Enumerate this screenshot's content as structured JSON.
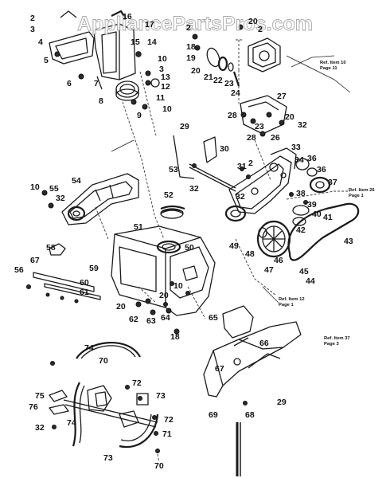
{
  "watermark": "AppliancePartsPros.com",
  "references": [
    {
      "id": "ref-10",
      "line1": "Ref. Item 10",
      "line2": "Page 11"
    },
    {
      "id": "ref-26",
      "line1": "Ref. Item 26",
      "line2": "Page 1"
    },
    {
      "id": "ref-12",
      "line1": "Ref. Item 12",
      "line2": "Page 1"
    },
    {
      "id": "ref-37",
      "line1": "Ref. Item 37",
      "line2": "Page 3"
    }
  ],
  "part_numbers": [
    "2",
    "3",
    "4",
    "5",
    "6",
    "7",
    "8",
    "9",
    "10",
    "11",
    "12",
    "13",
    "14",
    "15",
    "16",
    "17",
    "18",
    "19",
    "20",
    "21",
    "22",
    "23",
    "24",
    "26",
    "27",
    "28",
    "29",
    "30",
    "31",
    "32",
    "33",
    "34",
    "36",
    "37",
    "38",
    "39",
    "40",
    "41",
    "42",
    "43",
    "44",
    "45",
    "46",
    "47",
    "48",
    "49",
    "50",
    "51",
    "52",
    "53",
    "54",
    "55",
    "56",
    "58",
    "59",
    "60",
    "61",
    "62",
    "63",
    "64",
    "65",
    "66",
    "67",
    "68",
    "69",
    "70",
    "71",
    "72",
    "73",
    "74",
    "75",
    "76"
  ],
  "callouts": [
    {
      "text": "2",
      "key": "p2a"
    },
    {
      "text": "3",
      "key": "p3a"
    },
    {
      "text": "4",
      "key": "p4a"
    },
    {
      "text": "16",
      "key": "p16"
    },
    {
      "text": "17",
      "key": "p17"
    },
    {
      "text": "15",
      "key": "p15"
    },
    {
      "text": "14",
      "key": "p14"
    },
    {
      "text": "5",
      "key": "p5"
    },
    {
      "text": "10",
      "key": "p10a"
    },
    {
      "text": "6",
      "key": "p6"
    },
    {
      "text": "7",
      "key": "p7"
    },
    {
      "text": "3",
      "key": "p3b"
    },
    {
      "text": "13",
      "key": "p13"
    },
    {
      "text": "12",
      "key": "p12"
    },
    {
      "text": "8",
      "key": "p8"
    },
    {
      "text": "11",
      "key": "p11"
    },
    {
      "text": "9",
      "key": "p9"
    },
    {
      "text": "10",
      "key": "p10b"
    },
    {
      "text": "2",
      "key": "p2b"
    },
    {
      "text": "20",
      "key": "p20a"
    },
    {
      "text": "2",
      "key": "p2c"
    },
    {
      "text": "18",
      "key": "p18a"
    },
    {
      "text": "19",
      "key": "p19"
    },
    {
      "text": "20",
      "key": "p20b"
    },
    {
      "text": "21",
      "key": "p21"
    },
    {
      "text": "22",
      "key": "p22"
    },
    {
      "text": "23",
      "key": "p23a"
    },
    {
      "text": "24",
      "key": "p24"
    },
    {
      "text": "27",
      "key": "p27"
    },
    {
      "text": "28",
      "key": "p28a"
    },
    {
      "text": "20",
      "key": "p20c"
    },
    {
      "text": "32",
      "key": "p32a"
    },
    {
      "text": "29",
      "key": "p29a"
    },
    {
      "text": "23",
      "key": "p23b"
    },
    {
      "text": "28",
      "key": "p28b"
    },
    {
      "text": "26",
      "key": "p26"
    },
    {
      "text": "30",
      "key": "p30"
    },
    {
      "text": "33",
      "key": "p33"
    },
    {
      "text": "31",
      "key": "p31"
    },
    {
      "text": "2",
      "key": "p2d"
    },
    {
      "text": "34",
      "key": "p34"
    },
    {
      "text": "36",
      "key": "p36"
    },
    {
      "text": "37",
      "key": "p37"
    },
    {
      "text": "53",
      "key": "p53"
    },
    {
      "text": "32",
      "key": "p32b"
    },
    {
      "text": "32",
      "key": "p32c"
    },
    {
      "text": "38",
      "key": "p38"
    },
    {
      "text": "39",
      "key": "p39"
    },
    {
      "text": "40",
      "key": "p40"
    },
    {
      "text": "41",
      "key": "p41"
    },
    {
      "text": "42",
      "key": "p42"
    },
    {
      "text": "43",
      "key": "p43"
    },
    {
      "text": "49",
      "key": "p49"
    },
    {
      "text": "48",
      "key": "p48"
    },
    {
      "text": "47",
      "key": "p47"
    },
    {
      "text": "46",
      "key": "p46"
    },
    {
      "text": "45",
      "key": "p45"
    },
    {
      "text": "44",
      "key": "p44"
    },
    {
      "text": "54",
      "key": "p54"
    },
    {
      "text": "10",
      "key": "p10c"
    },
    {
      "text": "55",
      "key": "p55"
    },
    {
      "text": "32",
      "key": "p32d"
    },
    {
      "text": "52",
      "key": "p52"
    },
    {
      "text": "51",
      "key": "p51"
    },
    {
      "text": "50",
      "key": "p50"
    },
    {
      "text": "58",
      "key": "p58"
    },
    {
      "text": "67",
      "key": "p67a"
    },
    {
      "text": "59",
      "key": "p59"
    },
    {
      "text": "56",
      "key": "p56"
    },
    {
      "text": "60",
      "key": "p60"
    },
    {
      "text": "61",
      "key": "p61"
    },
    {
      "text": "10",
      "key": "p10d"
    },
    {
      "text": "20",
      "key": "p20d"
    },
    {
      "text": "20",
      "key": "p20e"
    },
    {
      "text": "62",
      "key": "p62"
    },
    {
      "text": "63",
      "key": "p63"
    },
    {
      "text": "64",
      "key": "p64"
    },
    {
      "text": "18",
      "key": "p18b"
    },
    {
      "text": "65",
      "key": "p65"
    },
    {
      "text": "66",
      "key": "p66"
    },
    {
      "text": "67",
      "key": "p67b"
    },
    {
      "text": "29",
      "key": "p29b"
    },
    {
      "text": "69",
      "key": "p69"
    },
    {
      "text": "68",
      "key": "p68"
    },
    {
      "text": "74",
      "key": "p74a"
    },
    {
      "text": "70",
      "key": "p70a"
    },
    {
      "text": "72",
      "key": "p72a"
    },
    {
      "text": "73",
      "key": "p73a"
    },
    {
      "text": "75",
      "key": "p75"
    },
    {
      "text": "76",
      "key": "p76"
    },
    {
      "text": "32",
      "key": "p32e"
    },
    {
      "text": "74",
      "key": "p74b"
    },
    {
      "text": "72",
      "key": "p72b"
    },
    {
      "text": "71",
      "key": "p71"
    },
    {
      "text": "73",
      "key": "p73b"
    },
    {
      "text": "70",
      "key": "p70b"
    }
  ]
}
